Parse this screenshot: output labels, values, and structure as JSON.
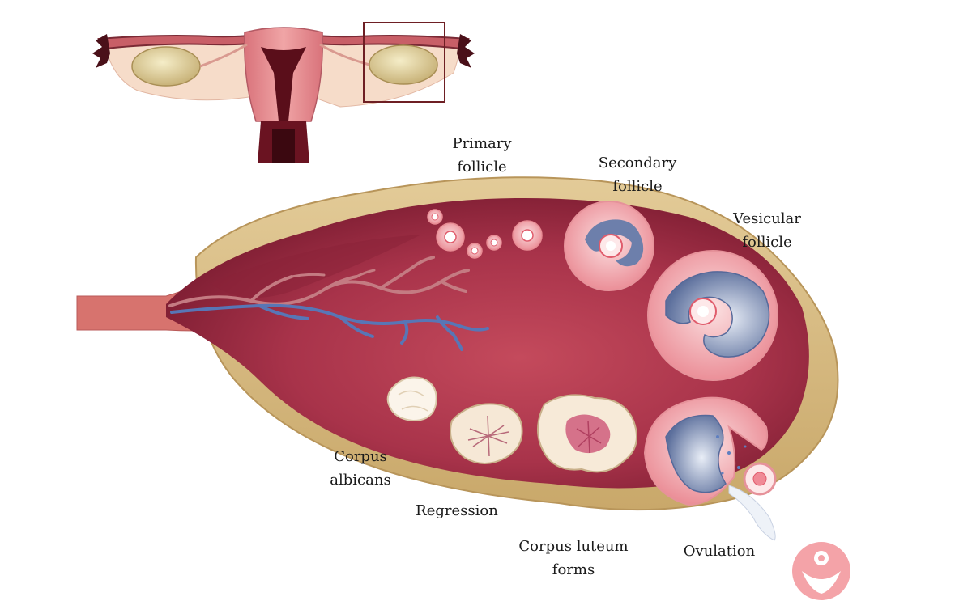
{
  "labels": {
    "primary_follicle": [
      "Primary",
      "follicle"
    ],
    "secondary_follicle": [
      "Secondary",
      "follicle"
    ],
    "vesicular_follicle": [
      "Vesicular",
      "follicle"
    ],
    "corpus_albicans": [
      "Corpus",
      "albicans"
    ],
    "regression": "Regression",
    "corpus_luteum_forms": [
      "Corpus luteum",
      "forms"
    ],
    "ovulation": "Ovulation"
  },
  "colors": {
    "stroma": "#9e2a3e",
    "capsule": "#d8bd86",
    "follicle_pink": "#f2a9ae",
    "vein": "#5876b6",
    "artery": "#c47b82",
    "highlight_box": "#6e1f24"
  }
}
